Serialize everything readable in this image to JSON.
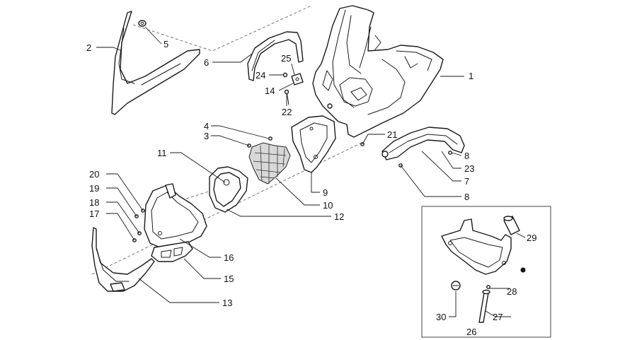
{
  "labels": {
    "l1": "1",
    "l2": "2",
    "l3": "3",
    "l4": "4",
    "l5": "5",
    "l6": "6",
    "l7": "7",
    "l8a": "8",
    "l8b": "8",
    "l9": "9",
    "l10": "10",
    "l11": "11",
    "l12": "12",
    "l13": "13",
    "l14": "14",
    "l15": "15",
    "l16": "16",
    "l17": "17",
    "l18": "18",
    "l19": "19",
    "l20": "20",
    "l21": "21",
    "l22": "22",
    "l23": "23",
    "l24": "24",
    "l25": "25",
    "l26": "26",
    "l27": "27",
    "l28": "28",
    "l29": "29",
    "l30": "30"
  }
}
